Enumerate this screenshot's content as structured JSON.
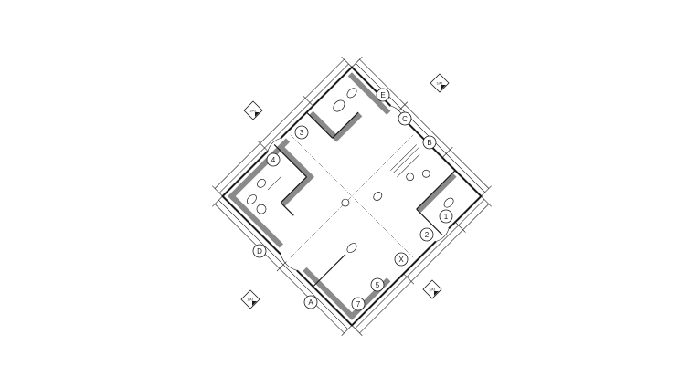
{
  "drawing": {
    "ink_color": "#1a1a1a",
    "wall_shadow_color": "#8a8a8a",
    "paper_color": "#ffffff"
  },
  "grid_bubbles": [
    {
      "id": "E",
      "label": "E"
    },
    {
      "id": "C",
      "label": "C"
    },
    {
      "id": "B",
      "label": "B"
    },
    {
      "id": "3",
      "label": "3"
    },
    {
      "id": "4",
      "label": "4"
    },
    {
      "id": "1",
      "label": "1"
    },
    {
      "id": "2",
      "label": "2"
    },
    {
      "id": "X",
      "label": "X"
    },
    {
      "id": "D",
      "label": "D"
    },
    {
      "id": "5",
      "label": "5"
    },
    {
      "id": "A",
      "label": "A"
    },
    {
      "id": "7",
      "label": "7"
    }
  ],
  "elevation_markers": [
    {
      "id": "tl",
      "label": "1/A1"
    },
    {
      "id": "tr",
      "label": "1/A1"
    },
    {
      "id": "bl",
      "label": "1/A1"
    },
    {
      "id": "br",
      "label": "1/A1"
    }
  ]
}
